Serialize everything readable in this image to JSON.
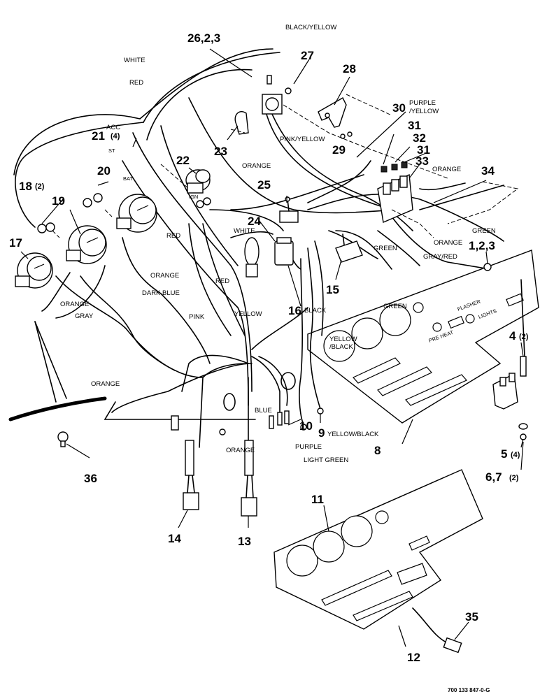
{
  "callouts": {
    "c1": "1,2,3",
    "c4": "4",
    "c4q": "(2)",
    "c5": "5",
    "c5q": "(4)",
    "c6": "6,7",
    "c6q": "(2)",
    "c8": "8",
    "c9": "9",
    "c10": "10",
    "c11": "11",
    "c12": "12",
    "c13": "13",
    "c14": "14",
    "c15": "15",
    "c16": "16",
    "c17": "17",
    "c18": "18",
    "c18q": "(2)",
    "c19": "19",
    "c20": "20",
    "c21": "21",
    "c21q": "(4)",
    "c22": "22",
    "c23": "23",
    "c24": "24",
    "c25": "25",
    "c26": "26,2,3",
    "c27": "27",
    "c28": "28",
    "c29": "29",
    "c30": "30",
    "c31a": "31",
    "c31b": "31",
    "c32": "32",
    "c33": "33",
    "c34": "34",
    "c35": "35",
    "c36": "36"
  },
  "wire_labels": {
    "black_yellow": "BLACK/YELLOW",
    "white_top": "WHITE",
    "red_top": "RED",
    "acc": "ACC",
    "st": "ST",
    "bat": "BAT",
    "ign": "IGN",
    "purple_yellow_1": "PURPLE",
    "purple_yellow_2": "/YELLOW",
    "pink_yellow": "PINK/YELLOW",
    "orange_top": "ORANGE",
    "orange_right": "ORANGE",
    "green_right": "GREEN",
    "orange_mid": "ORANGE",
    "gray_red": "GRAY/RED",
    "green_mid": "GREEN",
    "white_mid": "WHITE",
    "red_mid": "RED",
    "orange_left": "ORANGE",
    "dark_blue": "DARK BLUE",
    "orange_lower": "ORANGE",
    "gray": "GRAY",
    "red_low": "RED",
    "yellow": "YELLOW",
    "pink": "PINK",
    "black": "BLACK",
    "yellow_black_1": "YELLOW",
    "yellow_black_2": "/BLACK",
    "green_low": "GREEN",
    "orange_long": "ORANGE",
    "blue": "BLUE",
    "orange_bottom": "ORANGE",
    "purple": "PURPLE",
    "light_green": "LIGHT GREEN",
    "yellow_black_9": "YELLOW/BLACK"
  },
  "panel_labels": {
    "flasher": "FLASHER",
    "lights": "LIGHTS",
    "preheat": "PRE HEAT"
  },
  "figure_ref": "700 133 847-0-G"
}
